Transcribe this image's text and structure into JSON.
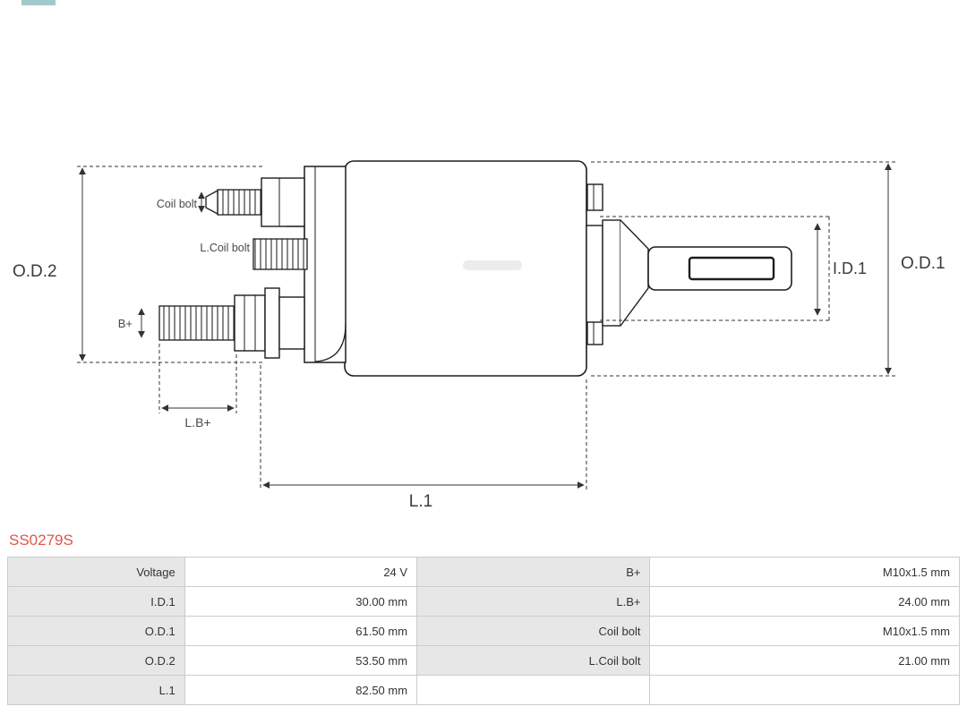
{
  "part_number": "SS0279S",
  "colors": {
    "part_number_red": "#e0544b",
    "table_label_bg": "#e7e7e7",
    "table_border": "#cccccc",
    "line_art": "#1d1d1d",
    "corner_mark": "#8fbfc4"
  },
  "diagram": {
    "labels": {
      "od2": "O.D.2",
      "od1": "O.D.1",
      "id1": "I.D.1",
      "l1": "L.1",
      "lb_plus": "L.B+",
      "b_plus": "B+",
      "coil_bolt": "Coil bolt",
      "l_coil_bolt": "L.Coil bolt"
    }
  },
  "table": {
    "rows": [
      [
        "Voltage",
        "24 V",
        "B+",
        "M10x1.5 mm"
      ],
      [
        "I.D.1",
        "30.00 mm",
        "L.B+",
        "24.00 mm"
      ],
      [
        "O.D.1",
        "61.50 mm",
        "Coil bolt",
        "M10x1.5 mm"
      ],
      [
        "O.D.2",
        "53.50 mm",
        "L.Coil bolt",
        "21.00 mm"
      ],
      [
        "L.1",
        "82.50 mm",
        "",
        ""
      ]
    ]
  }
}
